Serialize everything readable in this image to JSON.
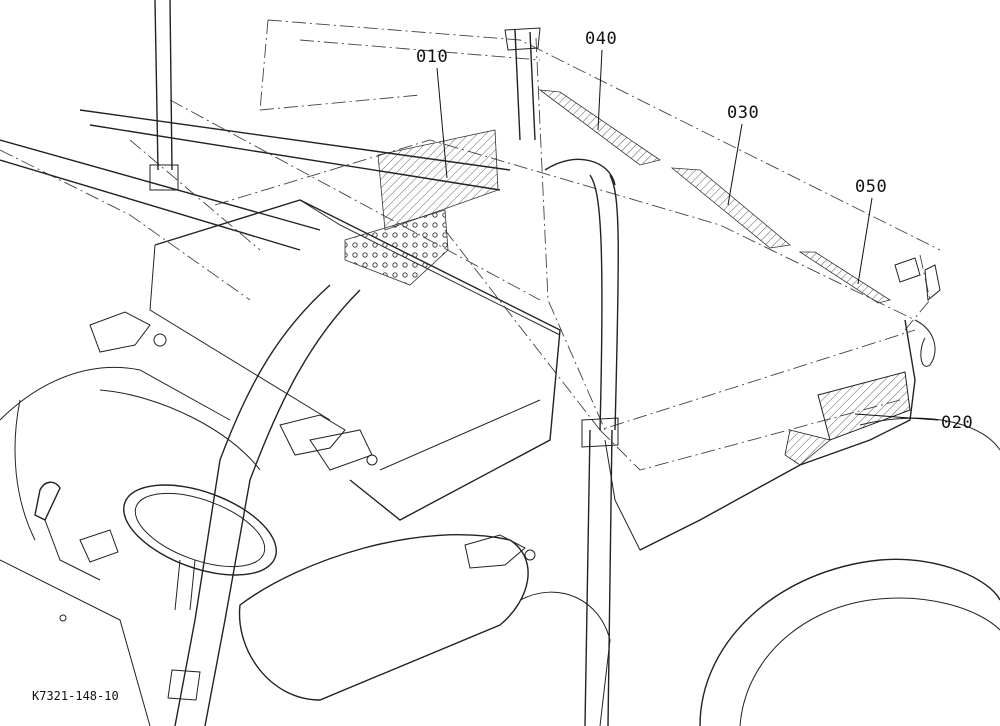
{
  "callouts": {
    "c010": "010",
    "c040": "040",
    "c030": "030",
    "c050": "050",
    "c020": "020"
  },
  "figure_number": "K7321-148-10",
  "colors": {
    "ink": "#111111",
    "paper": "#ffffff"
  }
}
